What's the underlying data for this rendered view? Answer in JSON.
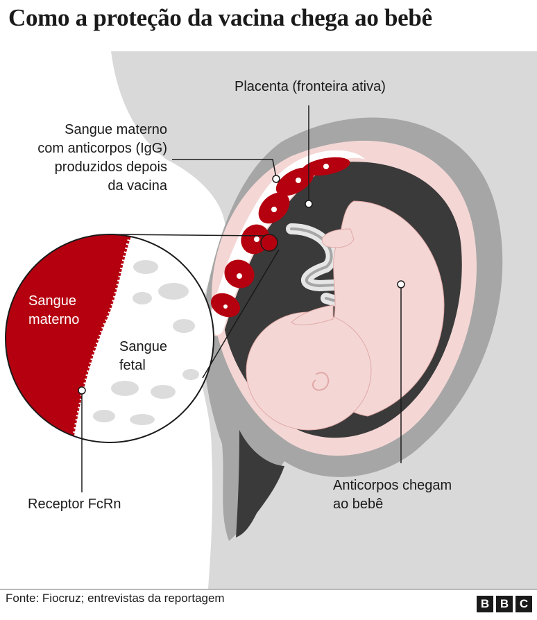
{
  "title": "Como a proteção da vacina chega ao bebê",
  "labels": {
    "placenta": "Placenta (fronteira ativa)",
    "maternal_blood": [
      "Sangue materno",
      "com anticorpos (IgG)",
      "produzidos depois",
      "da vacina"
    ],
    "zoom_maternal": [
      "Sangue",
      "materno"
    ],
    "zoom_fetal": [
      "Sangue",
      "fetal"
    ],
    "receptor": "Receptor FcRn",
    "antibodies_baby": [
      "Anticorpos chegam",
      "ao bebê"
    ]
  },
  "source": "Fonte: Fiocruz; entrevistas da reportagem",
  "logo": [
    "B",
    "B",
    "C"
  ],
  "colors": {
    "body_gray": "#d9d9d9",
    "uterus_gray": "#a6a6a6",
    "amniotic": "#3a3a3a",
    "skin": "#f4d7d5",
    "maternal_blood": "#b5000f",
    "fetal_cell": "#dcdcdc"
  }
}
